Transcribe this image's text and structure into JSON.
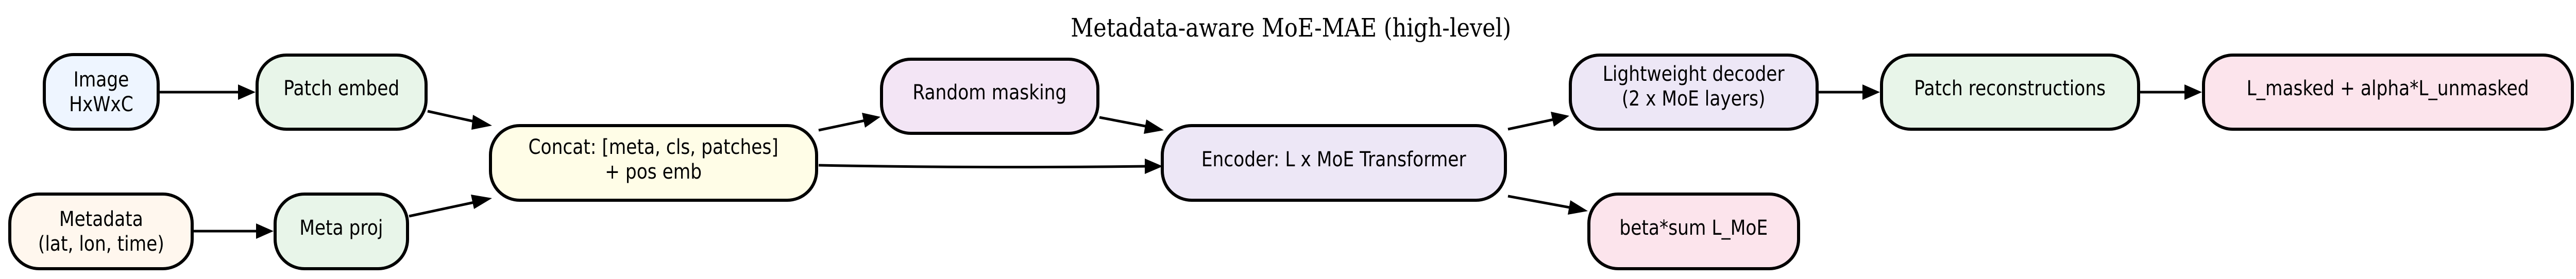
{
  "diagram": {
    "title": "Metadata-aware MoE-MAE (high-level)",
    "colors": {
      "input_image": "#EEF5FF",
      "input_metadata": "#FFF7EE",
      "embed": "#E8F5E9",
      "concat": "#FFFDE7",
      "masking": "#F3E5F5",
      "model": "#EDE7F6",
      "loss": "#FCE4EC",
      "stroke": "#000000"
    },
    "nodes": {
      "image": {
        "line1": "Image",
        "line2": "HxWxC"
      },
      "metadata": {
        "line1": "Metadata",
        "line2": "(lat, lon, time)"
      },
      "patch_embed": {
        "line1": "Patch embed"
      },
      "meta_proj": {
        "line1": "Meta proj"
      },
      "concat": {
        "line1": "Concat: [meta, cls, patches]",
        "line2": "+ pos emb"
      },
      "random_masking": {
        "line1": "Random masking"
      },
      "encoder": {
        "line1": "Encoder: L x MoE Transformer"
      },
      "decoder": {
        "line1": "Lightweight decoder",
        "line2": "(2 x MoE layers)"
      },
      "patch_recon": {
        "line1": "Patch reconstructions"
      },
      "recon_loss": {
        "line1": "L_masked + alpha*L_unmasked"
      },
      "moe_loss": {
        "line1": "beta*sum L_MoE"
      }
    },
    "edges": [
      {
        "from": "image",
        "to": "patch_embed"
      },
      {
        "from": "metadata",
        "to": "meta_proj"
      },
      {
        "from": "patch_embed",
        "to": "concat"
      },
      {
        "from": "meta_proj",
        "to": "concat"
      },
      {
        "from": "concat",
        "to": "random_masking"
      },
      {
        "from": "concat",
        "to": "encoder"
      },
      {
        "from": "random_masking",
        "to": "encoder"
      },
      {
        "from": "encoder",
        "to": "decoder"
      },
      {
        "from": "encoder",
        "to": "moe_loss"
      },
      {
        "from": "decoder",
        "to": "patch_recon"
      },
      {
        "from": "patch_recon",
        "to": "recon_loss"
      }
    ]
  }
}
